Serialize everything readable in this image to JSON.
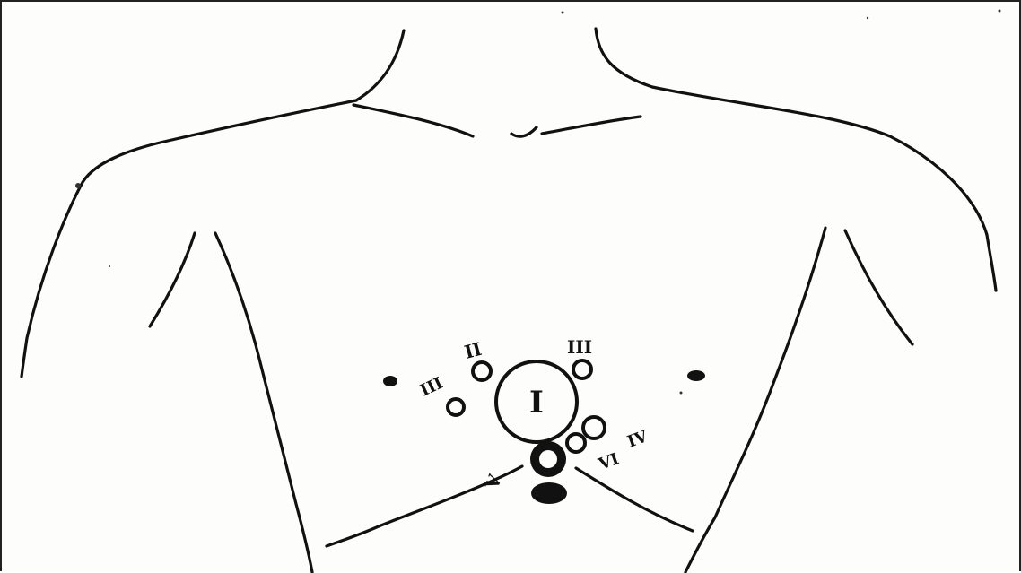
{
  "figure": {
    "description_none": "",
    "ink_color": "#111111",
    "paper_color": "#fdfdfb",
    "marks": {
      "central": "I",
      "upper_left": "II",
      "left": "III",
      "upper_right": "III",
      "lower_right_1": "IV",
      "lower_right_2": "VI",
      "lower_left": "V"
    }
  }
}
